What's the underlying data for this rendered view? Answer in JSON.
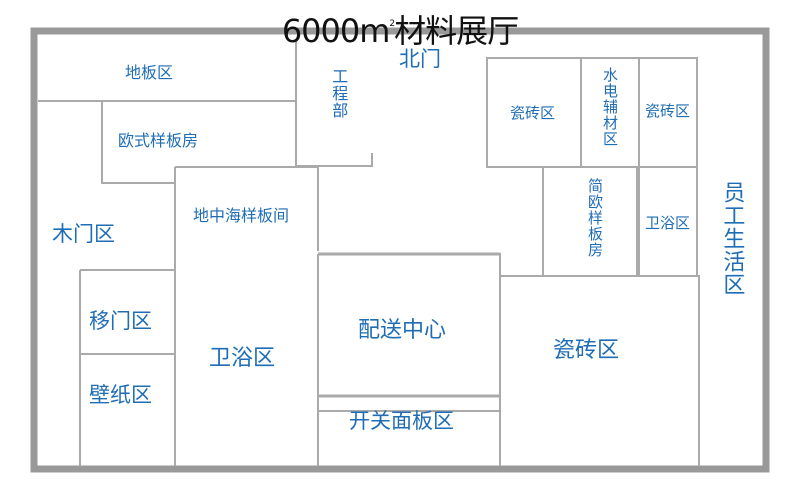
{
  "title": {
    "area": "6000m",
    "unit_mark": "2",
    "name": "材料展厅"
  },
  "doors": {
    "north": "北门"
  },
  "zones": {
    "floor_north": "地板区",
    "engineering": "工程部",
    "european_sample": "欧式样板房",
    "mediterranean_sample": "地中海样板间",
    "wooden_door": "木门区",
    "sliding_door": "移门区",
    "wallpaper": "壁纸区",
    "bath_west": "卫浴区",
    "distribution_center": "配送中心",
    "switch_panel": "开关面板区",
    "tile_north_left": "瓷砖区",
    "plumbing_aux": "水电辅材区",
    "tile_north_right": "瓷砖区",
    "simple_european_sample": "简欧样板房",
    "bath_east": "卫浴区",
    "tile_south": "瓷砖区",
    "staff_area": "员工生活区"
  },
  "colors": {
    "wall": "#999999",
    "partition": "#aaaaaa",
    "label": "#1f6db5",
    "title": "#111111"
  }
}
